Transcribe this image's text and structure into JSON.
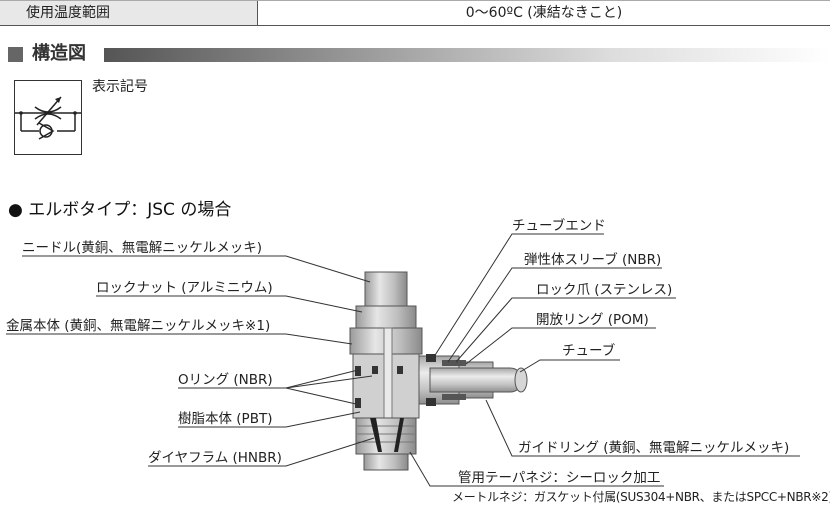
{
  "spec_row": {
    "label": "使用温度範囲",
    "value": "0～60ºC (凍結なきこと)"
  },
  "section": {
    "title": "構造図"
  },
  "symbol": {
    "label": "表示記号"
  },
  "case": {
    "title": "エルボタイプ：JSC の場合"
  },
  "left_labels": [
    "ニードル(黄銅、無電解ニッケルメッキ)",
    "ロックナット (アルミニウム)",
    "金属本体 (黄銅、無電解ニッケルメッキ※1)",
    "Oリング (NBR)",
    "樹脂本体 (PBT)",
    "ダイヤフラム (HNBR)"
  ],
  "right_labels": [
    "チューブエンド",
    "弾性体スリーブ (NBR)",
    "ロック爪 (ステンレス)",
    "開放リング (POM)",
    "チューブ",
    "ガイドリング (黄銅、無電解ニッケルメッキ)",
    "管用テーパネジ：シーロック加工"
  ],
  "footnote": "メートルネジ：ガスケット付属(SUS304+NBR、またはSPCC+NBR※2)",
  "colors": {
    "section_square": "#666666",
    "table_label_bg": "#e8e8e8",
    "metal": "#c8c8c8",
    "metal_dark": "#8a8a8a"
  }
}
